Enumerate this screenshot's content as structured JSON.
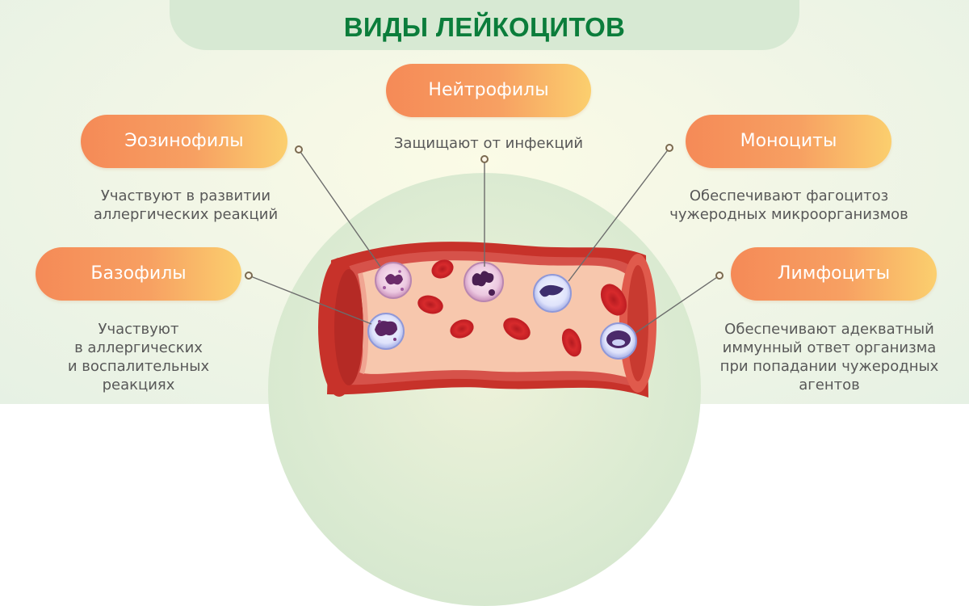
{
  "title": "ВИДЫ ЛЕЙКОЦИТОВ",
  "cells": {
    "neutrophils": {
      "name": "Нейтрофилы",
      "desc": [
        "Защищают от инфекций"
      ]
    },
    "eosinophils": {
      "name": "Эозинофилы",
      "desc": [
        "Участвуют в развитии",
        "аллергических реакций"
      ]
    },
    "monocytes": {
      "name": "Моноциты",
      "desc": [
        "Обеспечивают фагоцитоз",
        "чужеродных микроорганизмов"
      ]
    },
    "basophils": {
      "name": "Базофилы",
      "desc": [
        "Участвуют",
        "в аллергических",
        "и воспалительных",
        "реакциях"
      ]
    },
    "lymphocytes": {
      "name": "Лимфоциты",
      "desc": [
        "Обеспечивают адекватный",
        "иммунный ответ организма",
        "при попадании чужеродных",
        "агентов"
      ]
    }
  },
  "colors": {
    "title": "#0b7d3b",
    "pill_start": "#f58a57",
    "pill_end": "#fbcf6e",
    "vessel": "#d2362a",
    "blood_cell": "#d8262a"
  }
}
